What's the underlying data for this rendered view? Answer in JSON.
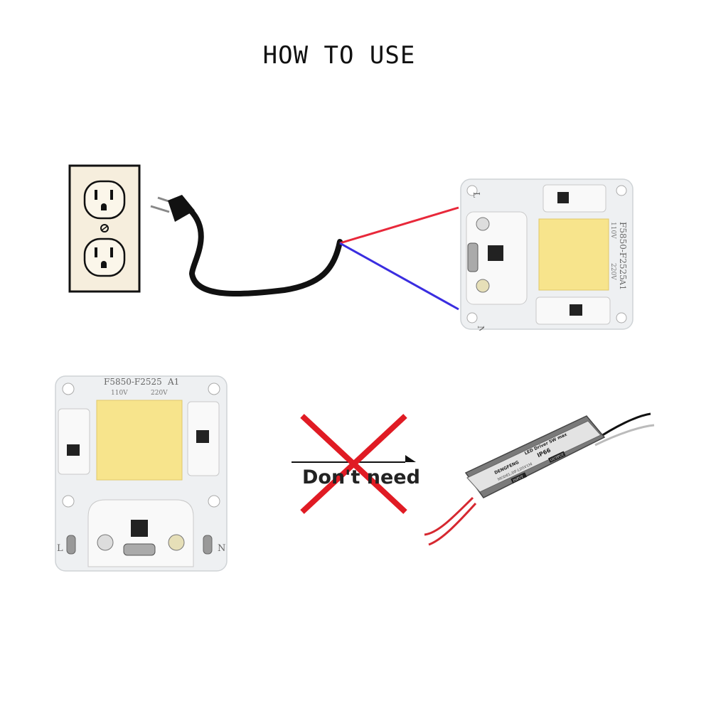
{
  "title": "HOW TO USE",
  "top_module": {
    "model_text": "F5850-F2525",
    "rev": "A1",
    "voltage_110": "110V",
    "voltage_220": "220V",
    "terminal_l": "L",
    "terminal_n": "N"
  },
  "bottom_module": {
    "model_text": "F5850-F2525",
    "rev": "A1",
    "voltage_110": "110V",
    "voltage_220": "220V",
    "terminal_l": "L",
    "terminal_n": "N"
  },
  "dont_need_label": "Don't need",
  "driver": {
    "brand": "DENGFENG",
    "title": "LED Driver 5W max",
    "rating": "IP66",
    "model": "MODEL:DF-LD5V1M",
    "input_tag": "INPUT",
    "output_tag": "OUTPUT"
  },
  "colors": {
    "live_wire": "#e8283a",
    "neutral_wire": "#3a2de0",
    "led_yellow": "#f7e48c",
    "cross_red": "#e01b24"
  }
}
